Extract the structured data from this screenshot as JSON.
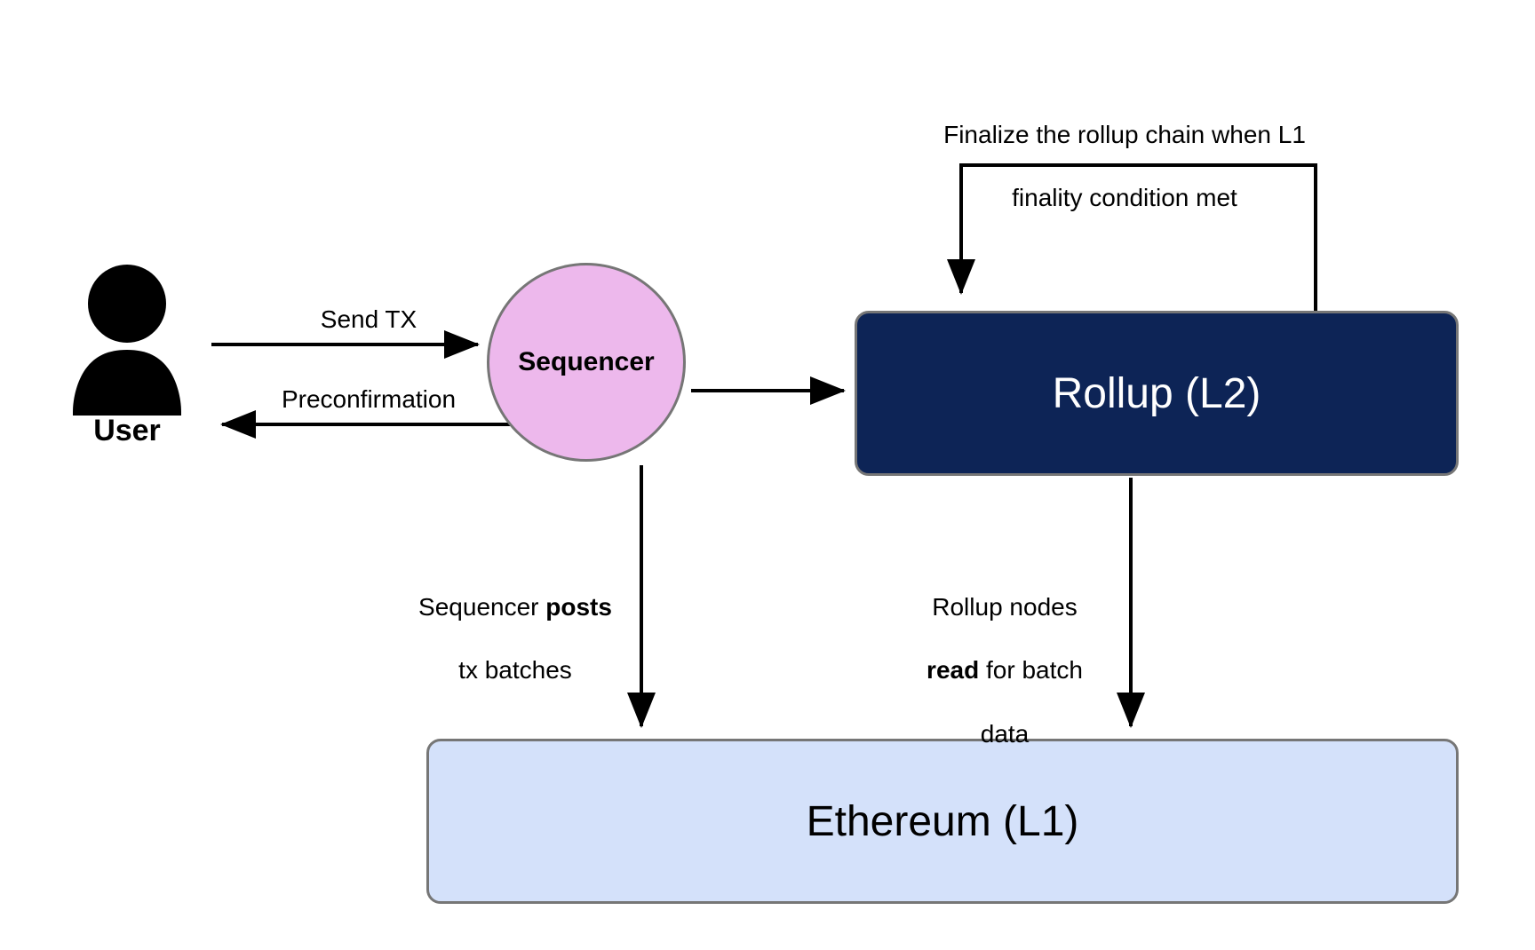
{
  "diagram": {
    "title": "Rollup sequencer and L1 data availability flow",
    "background": "#ffffff",
    "nodes": {
      "user": {
        "label": "User",
        "icon": "user-silhouette-icon",
        "color": "#000000"
      },
      "sequencer": {
        "label": "Sequencer",
        "fill": "#EDB8EC",
        "stroke": "#767676",
        "text_color": "#000000",
        "shape": "circle"
      },
      "rollup": {
        "label": "Rollup (L2)",
        "fill": "#0D2456",
        "stroke": "#767676",
        "text_color": "#ffffff",
        "shape": "rounded-rectangle"
      },
      "ethereum": {
        "label": "Ethereum (L1)",
        "fill": "#D4E1FA",
        "stroke": "#767676",
        "text_color": "#000000",
        "shape": "rounded-rectangle"
      }
    },
    "edges": {
      "send_tx": {
        "label": "Send TX",
        "from": "user",
        "to": "sequencer"
      },
      "preconfirmation": {
        "label": "Preconfirmation",
        "from": "sequencer",
        "to": "user"
      },
      "sequencer_to_rollup": {
        "label": "",
        "from": "sequencer",
        "to": "rollup"
      },
      "finalize_loop": {
        "label_line1": "Finalize the rollup chain when L1",
        "label_line2": "finality condition met",
        "from": "rollup",
        "to": "rollup"
      },
      "post_batches": {
        "label_part1": "Sequencer ",
        "label_bold": "posts",
        "label_part2": "",
        "label_line2": "tx batches",
        "from": "sequencer",
        "to": "ethereum"
      },
      "read_batches": {
        "label_line1": "Rollup nodes",
        "label_bold": "read",
        "label_part2": " for batch",
        "label_line3": "data",
        "from": "rollup",
        "to": "ethereum"
      }
    }
  }
}
